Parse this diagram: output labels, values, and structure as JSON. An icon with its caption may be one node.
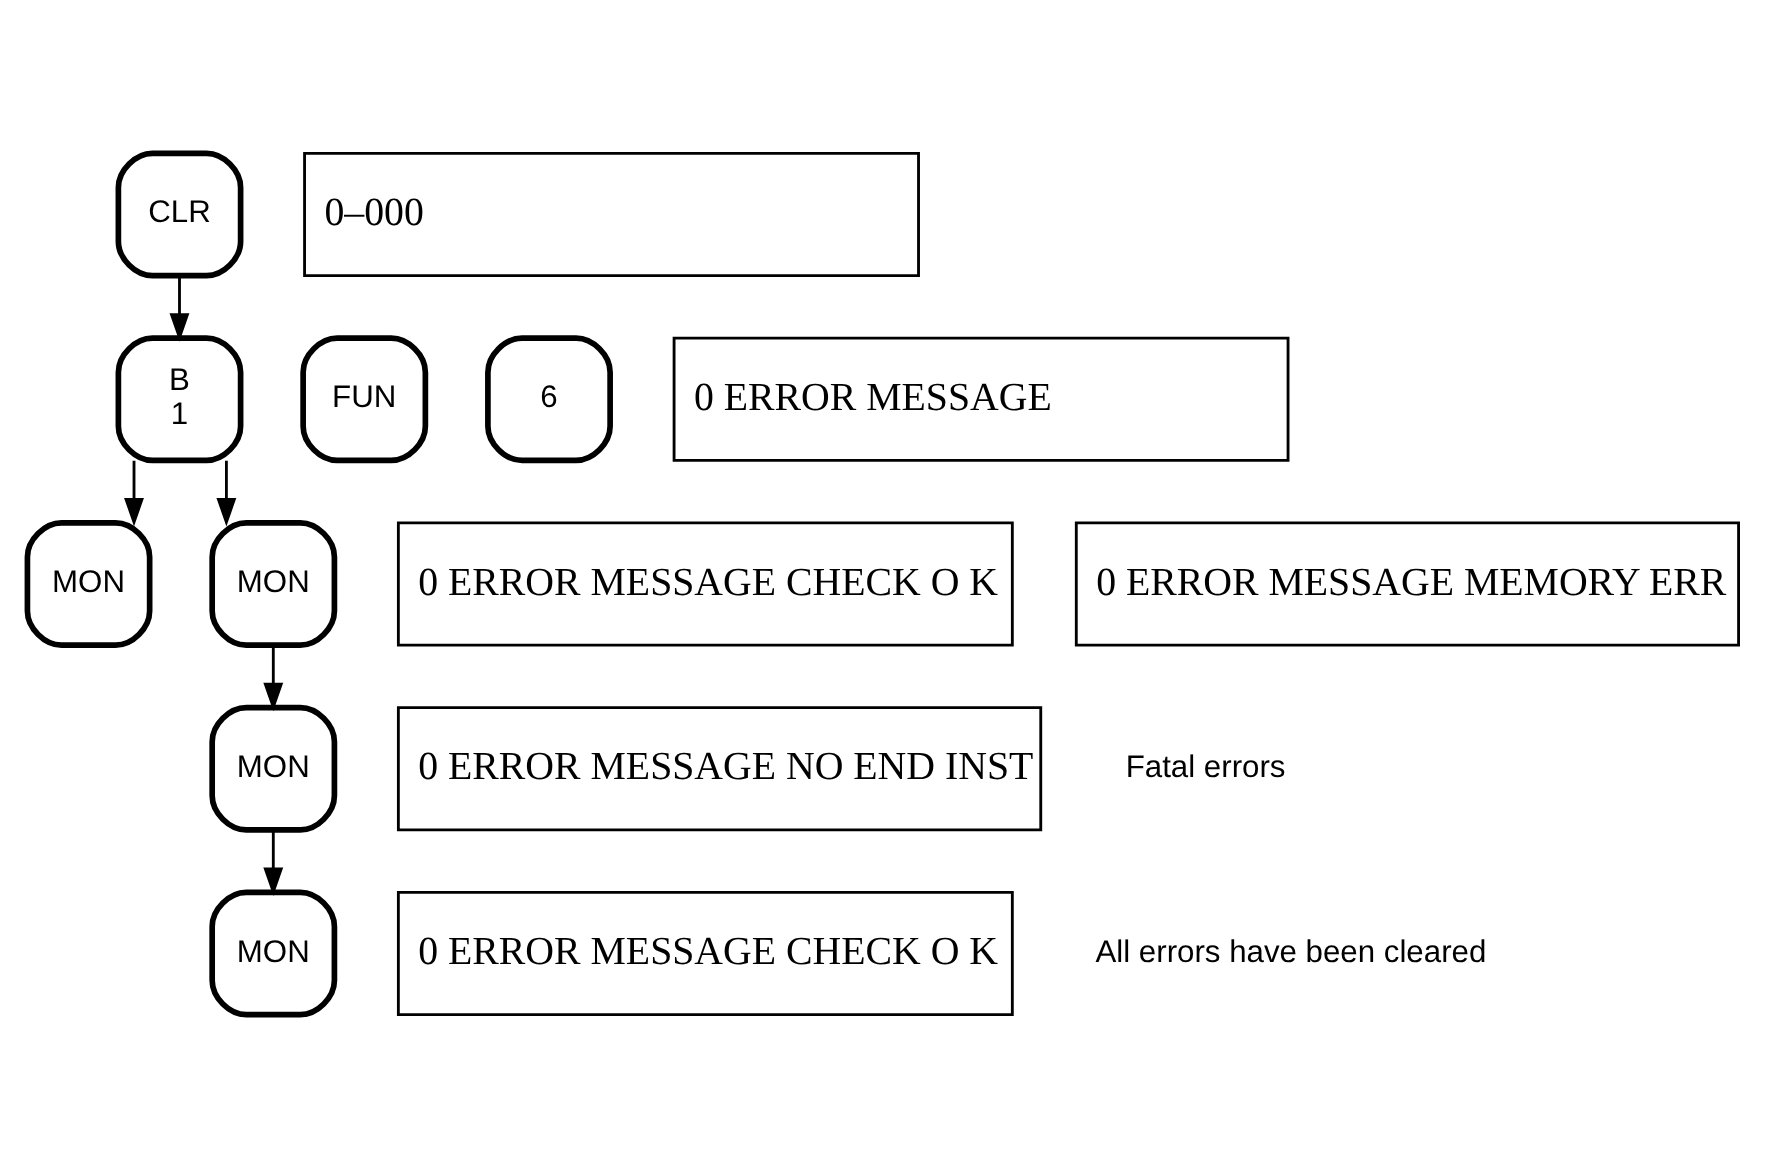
{
  "diagram": {
    "nodes": [
      {
        "text": [
          "CLR"
        ]
      },
      {
        "text": [
          "0–000"
        ]
      },
      {
        "text": [
          "FUN"
        ]
      },
      {
        "text": [
          "6"
        ]
      },
      {
        "text": [
          "B",
          "1"
        ]
      },
      {
        "text": [
          "0 ERROR MESSAGE"
        ]
      },
      {
        "text": [
          "MON"
        ]
      },
      {
        "text": [
          "0 ERROR MESSAGE CHECK O K"
        ]
      },
      {
        "text": [
          "MON"
        ]
      },
      {
        "text": [
          "0 ERROR MESSAGE MEMORY ERR"
        ]
      },
      {
        "text": [
          "MON"
        ]
      },
      {
        "text": [
          "0 ERROR MESSAGE NO END INST"
        ]
      },
      {
        "text": [
          "MON"
        ]
      },
      {
        "text": [
          "0 ERROR MESSAGE CHECK O K"
        ]
      }
    ],
    "edges": [
      {
        "from": 0,
        "to": 4,
        "arrow": "to"
      },
      {
        "from": 4,
        "to": 6,
        "arrow": "to"
      },
      {
        "from": 4,
        "to": 8,
        "arrow": "to"
      },
      {
        "from": 8,
        "to": 10,
        "arrow": "to"
      },
      {
        "from": 10,
        "to": 12,
        "arrow": "to"
      }
    ],
    "labels": [
      "Fatal errors",
      "All errors have been cleared"
    ]
  }
}
